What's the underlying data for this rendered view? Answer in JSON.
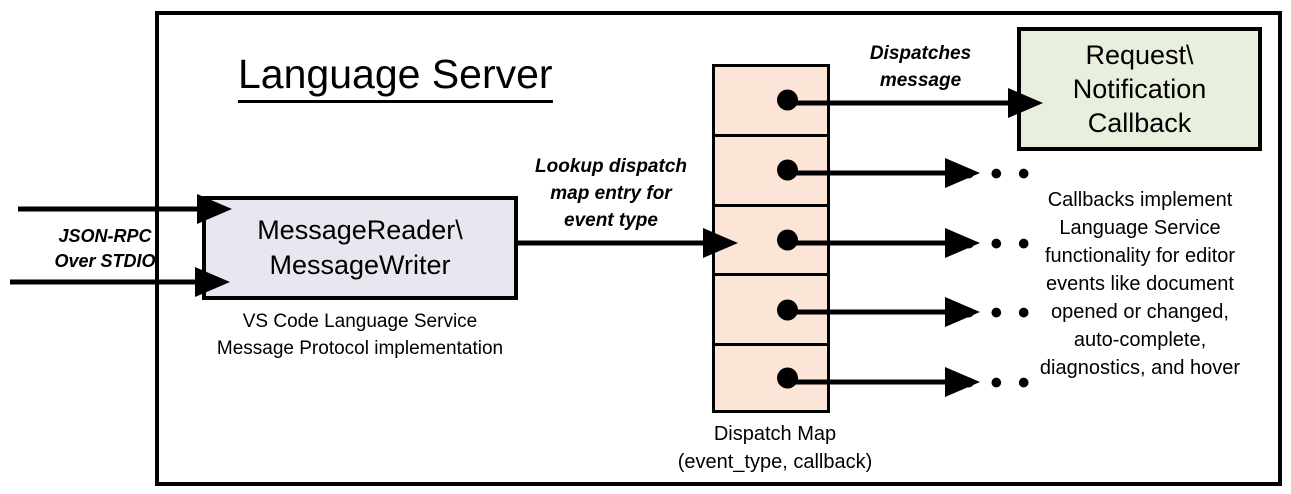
{
  "diagram": {
    "title": "Language Server",
    "frame_color": "#000000",
    "background": "#ffffff"
  },
  "message_io": {
    "box_label": "MessageReader\\\nMessageWriter",
    "box_line1": "MessageReader\\",
    "box_line2": "MessageWriter",
    "box_fill": "#E9E6F0",
    "caption_line1": "VS Code Language Service",
    "caption_line2": "Message Protocol implementation"
  },
  "transport": {
    "label_line1": "JSON-RPC",
    "label_line2": "Over STDIO"
  },
  "lookup": {
    "label_line1": "Lookup dispatch",
    "label_line2": "map entry for",
    "label_line3": "event type"
  },
  "dispatches": {
    "label_line1": "Dispatches",
    "label_line2": "message"
  },
  "dispatch_map": {
    "fill": "#FBE5D6",
    "row_count": 5,
    "rows": [
      {
        "id": "row-1",
        "dot": "callback-dot"
      },
      {
        "id": "row-2",
        "dot": "callback-dot"
      },
      {
        "id": "row-3",
        "dot": "callback-dot"
      },
      {
        "id": "row-4",
        "dot": "callback-dot"
      },
      {
        "id": "row-5",
        "dot": "callback-dot"
      }
    ],
    "caption_line1": "Dispatch Map",
    "caption_line2": "(event_type, callback)",
    "ellipsis": "• • •",
    "ellipsis_count": 4
  },
  "callback": {
    "box_line1": "Request\\",
    "box_line2": "Notification",
    "box_line3": "Callback",
    "box_fill": "#E9EFDD",
    "caption_line1": "Callbacks implement",
    "caption_line2": "Language Service",
    "caption_line3": "functionality for editor",
    "caption_line4": "events like document",
    "caption_line5": "opened or changed,",
    "caption_line6": "auto-complete,",
    "caption_line7": "diagnostics, and hover"
  }
}
